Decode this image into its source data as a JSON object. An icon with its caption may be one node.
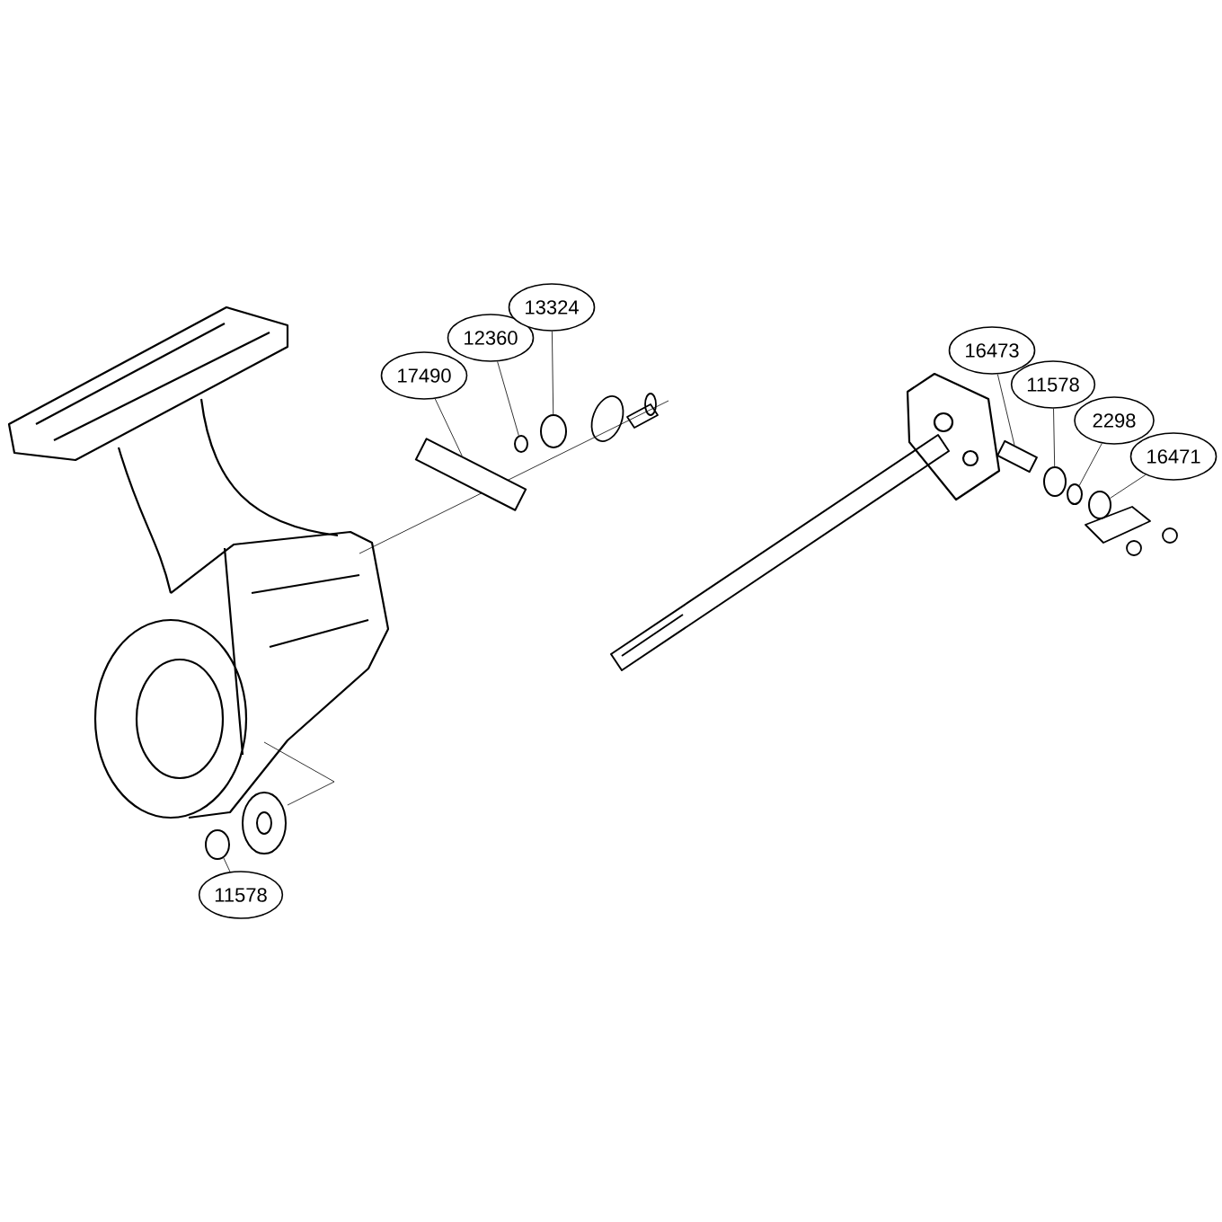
{
  "diagram": {
    "nodes": [
      {
        "text": [
          "17490"
        ]
      },
      {
        "text": [
          "12360"
        ]
      },
      {
        "text": [
          "13324"
        ]
      },
      {
        "text": [
          "16473"
        ]
      },
      {
        "text": [
          "11578"
        ]
      },
      {
        "text": [
          "2298"
        ]
      },
      {
        "text": [
          "16471"
        ]
      },
      {
        "text": [
          "11578"
        ]
      },
      {
        "text": [],
        "shape": "box"
      },
      {
        "text": [],
        "shape": "circle"
      },
      {
        "text": [],
        "shape": "circle"
      },
      {
        "text": [],
        "shape": "box"
      },
      {
        "text": [],
        "shape": "circle"
      },
      {
        "text": [],
        "shape": "circle"
      },
      {
        "text": [],
        "shape": "circle"
      },
      {
        "text": [],
        "shape": "circle"
      }
    ],
    "edges": [
      {
        "from": 0,
        "to": 8,
        "arrow": "none"
      },
      {
        "from": 1,
        "to": 9,
        "arrow": "none"
      },
      {
        "from": 2,
        "to": 10,
        "arrow": "none"
      },
      {
        "from": 3,
        "to": 11,
        "arrow": "none"
      },
      {
        "from": 4,
        "to": 12,
        "arrow": "none"
      },
      {
        "from": 5,
        "to": 13,
        "arrow": "none"
      },
      {
        "from": 6,
        "to": 14,
        "arrow": "none"
      },
      {
        "from": 7,
        "to": 15,
        "arrow": "none"
      }
    ]
  }
}
